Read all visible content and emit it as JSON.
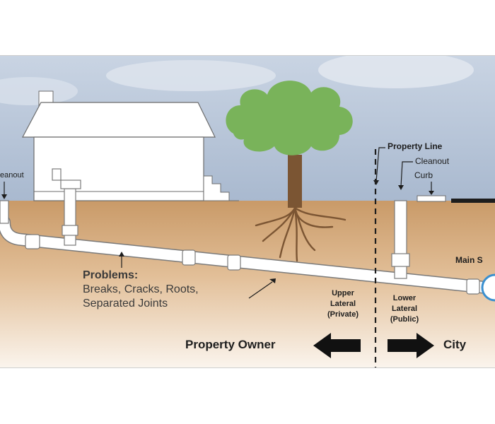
{
  "labels": {
    "cleanout_left": "eanout",
    "property_line": "Property Line",
    "cleanout_right": "Cleanout",
    "curb": "Curb",
    "main_sewer": "Main S",
    "problems_title": "Problems:",
    "problems_line1": "Breaks, Cracks, Roots,",
    "problems_line2": "Separated Joints",
    "upper_lateral": [
      "Upper",
      "Lateral",
      "(Private)"
    ],
    "lower_lateral": [
      "Lower",
      "Lateral",
      "(Public)"
    ],
    "property_owner": "Property Owner",
    "city": "City"
  },
  "colors": {
    "sky": "#a9b9cf",
    "soil": "#d6ab7e",
    "house": "#ffffff",
    "pipe": "#ffffff",
    "tree_leaves": "#79b35a",
    "tree_trunk": "#7b5533",
    "arrow": "#111111"
  }
}
